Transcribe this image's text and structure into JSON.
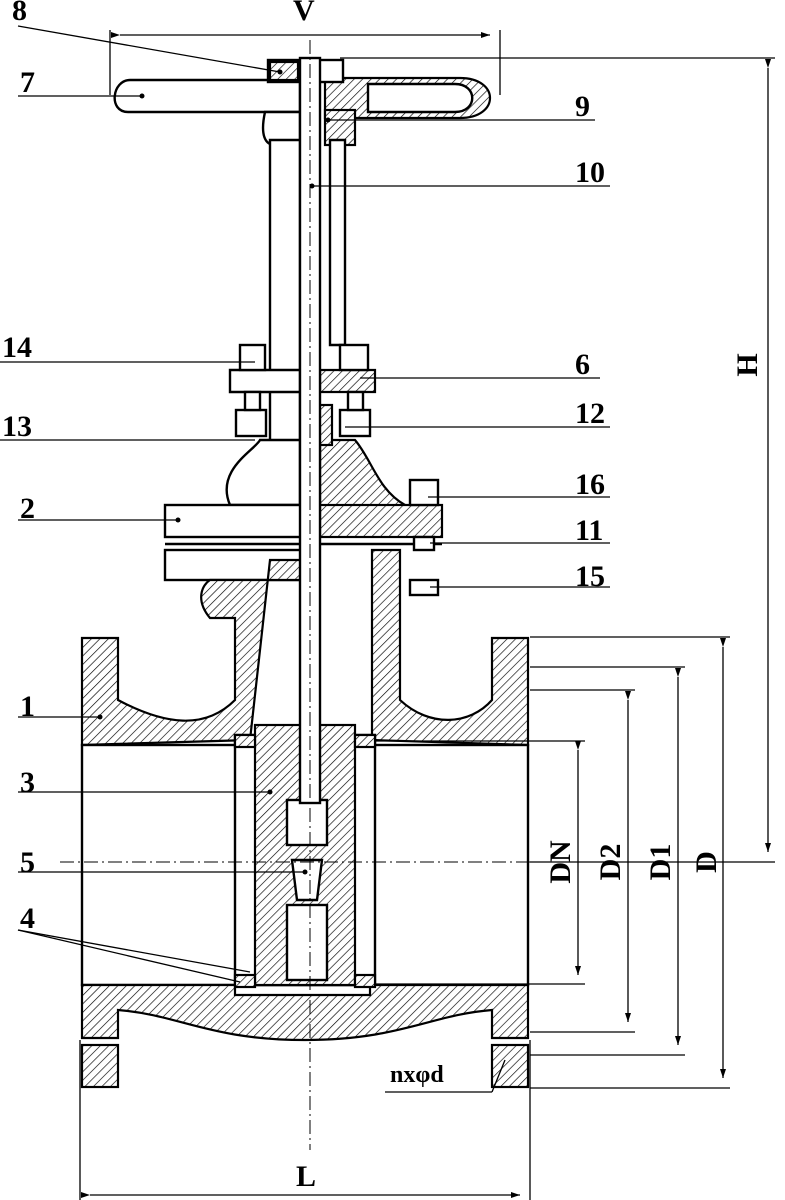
{
  "title": "",
  "callouts": [
    {
      "id": "c1",
      "text": "1"
    },
    {
      "id": "c2",
      "text": "2"
    },
    {
      "id": "c3",
      "text": "3"
    },
    {
      "id": "c4",
      "text": "4"
    },
    {
      "id": "c5",
      "text": "5"
    },
    {
      "id": "c6",
      "text": "6"
    },
    {
      "id": "c7",
      "text": "7"
    },
    {
      "id": "c8",
      "text": "8"
    },
    {
      "id": "c9",
      "text": "9"
    },
    {
      "id": "c10",
      "text": "10"
    },
    {
      "id": "c11",
      "text": "11"
    },
    {
      "id": "c12",
      "text": "12"
    },
    {
      "id": "c13",
      "text": "13"
    },
    {
      "id": "c14",
      "text": "14"
    },
    {
      "id": "c15",
      "text": "15"
    },
    {
      "id": "c16",
      "text": "16"
    }
  ],
  "dimensions": {
    "v": "V",
    "h": "H",
    "l": "L",
    "dn": "DN",
    "d2": "D2",
    "d1": "D1",
    "d": "D",
    "bolt_holes": "nxφd"
  }
}
